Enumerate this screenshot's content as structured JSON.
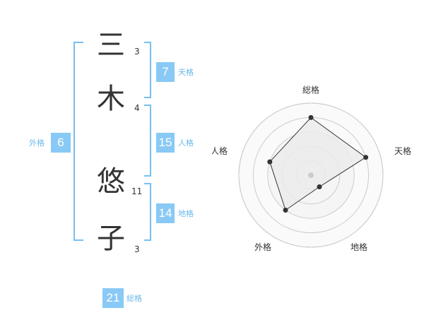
{
  "name": {
    "chars": [
      {
        "char": "三",
        "strokes": "3"
      },
      {
        "char": "木",
        "strokes": "4"
      },
      {
        "char": "悠",
        "strokes": "11"
      },
      {
        "char": "子",
        "strokes": "3"
      }
    ]
  },
  "kaku": {
    "tenkaku": {
      "value": "7",
      "label": "天格"
    },
    "jinkaku": {
      "value": "15",
      "label": "人格"
    },
    "chikaku": {
      "value": "14",
      "label": "地格"
    },
    "gaikaku": {
      "value": "6",
      "label": "外格"
    },
    "soukaku": {
      "value": "21",
      "label": "総格"
    }
  },
  "chart_data": {
    "type": "radar",
    "axes": [
      "総格",
      "天格",
      "地格",
      "外格",
      "人格"
    ],
    "values": [
      0.8,
      0.8,
      0.2,
      0.6,
      0.6
    ],
    "rings": 5,
    "colors": {
      "ring": "#cccccc",
      "fill": "#eeeeee",
      "line": "#333333",
      "point": "#333333",
      "center": "#cccccc"
    }
  }
}
